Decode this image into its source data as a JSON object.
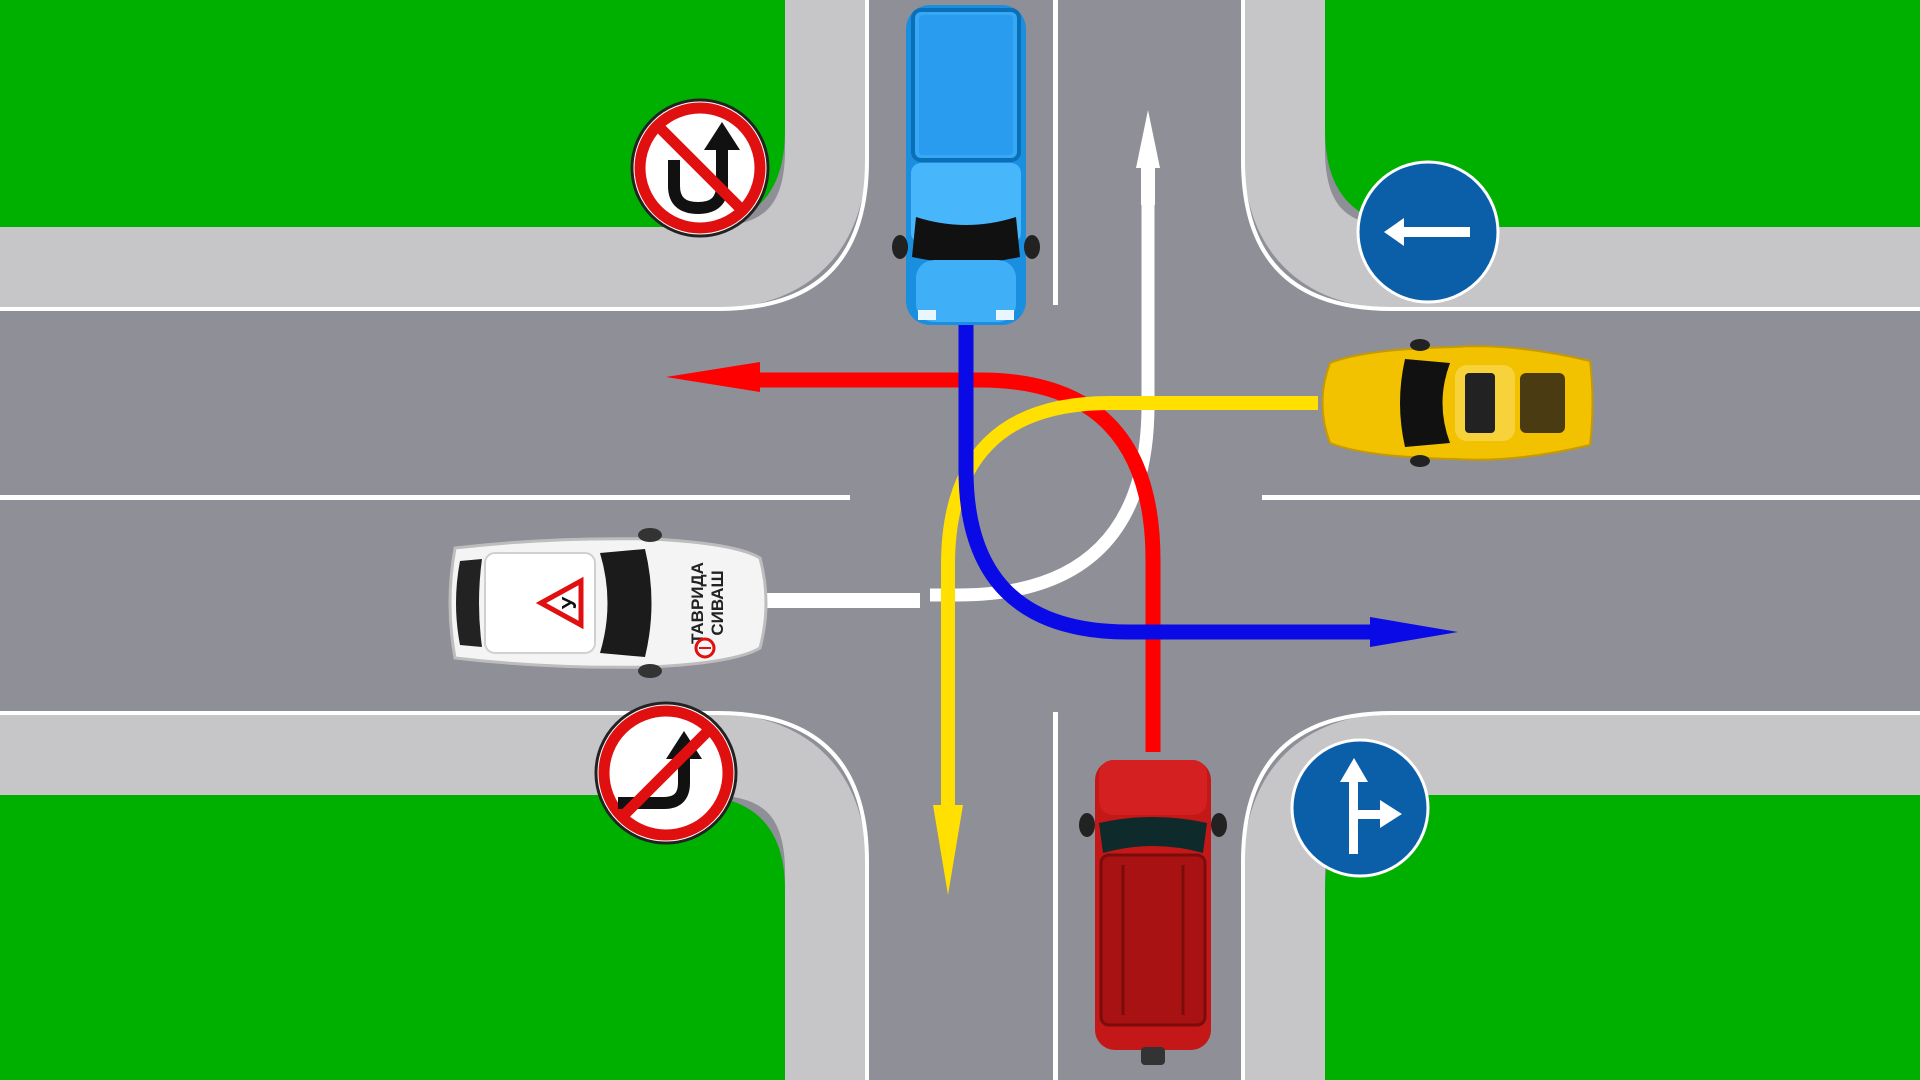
{
  "scene": {
    "colors": {
      "grass": "#00b000",
      "road": "#8e8f97",
      "sidewalk": "#c6c6c8",
      "marking": "#ffffff",
      "path_red": "#ff0000",
      "path_blue": "#0a0ae6",
      "path_yellow": "#ffe000",
      "sign_blue": "#0b5fa8",
      "sign_red": "#e01010"
    },
    "cars": {
      "blue_pickup": {
        "color": "#1a8fe0",
        "heading": "south"
      },
      "red_suv": {
        "color": "#c41818",
        "heading": "north"
      },
      "yellow_sports": {
        "color": "#f2c200",
        "heading": "west"
      },
      "white_school": {
        "color": "#f4f4f4",
        "heading": "east",
        "roof_sign_letter": "У",
        "text_line1": "ТАВРИДА",
        "text_line2": "СИВАШ"
      }
    },
    "signs": {
      "no_u_turn": {
        "icon": "no-u-turn-icon"
      },
      "no_right_turn": {
        "icon": "no-right-turn-icon"
      },
      "left_only": {
        "icon": "left-arrow-icon"
      },
      "straight_or_right": {
        "icon": "straight-or-right-icon"
      }
    }
  }
}
